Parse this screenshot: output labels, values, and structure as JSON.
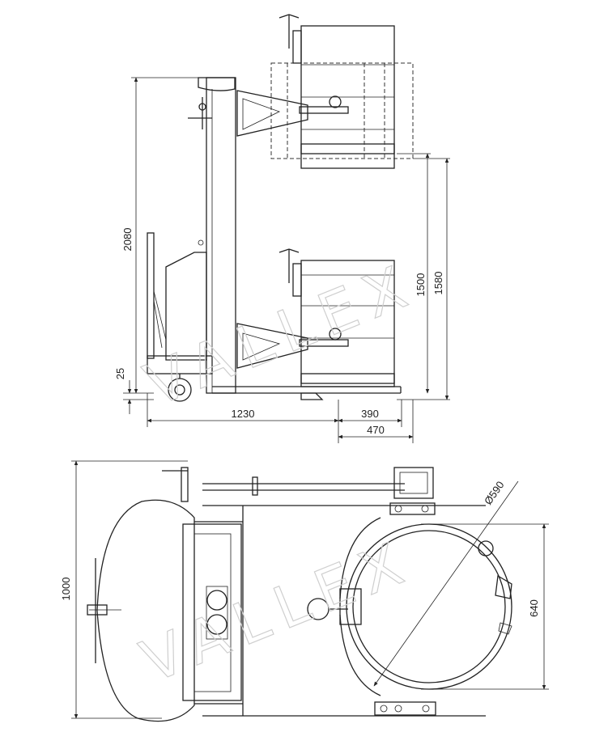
{
  "dimensions": {
    "side_view": {
      "overall_height": "2080",
      "ground_clearance": "25",
      "lift_height_1500": "1500",
      "lift_height_1580": "1580",
      "length": "1230",
      "extension_390": "390",
      "extension_470": "470"
    },
    "top_view": {
      "drum_diameter": "Ø590",
      "width": "1000",
      "clamp_span": "640"
    }
  },
  "watermark": "VALLEX"
}
